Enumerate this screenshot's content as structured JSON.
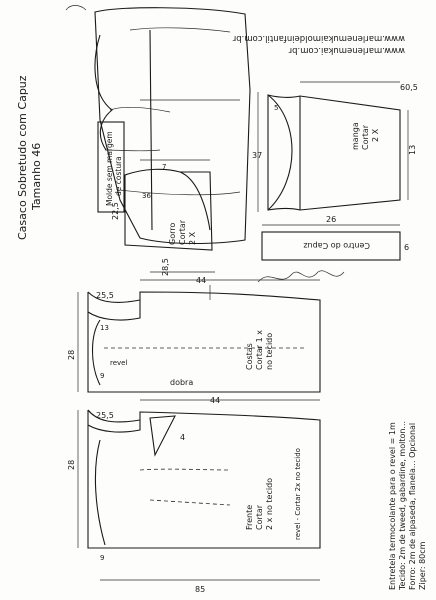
{
  "sheet": {
    "title": "Casaco Sobretudo com Capuz",
    "size": "Tamanho 46",
    "url_1": "www.marlenemukai.com.br",
    "url_2": "www.marlenemukaimoldeinfantil.com.br",
    "note_line_1": "Molde sem margem",
    "note_line_2": "de costura",
    "total_length": "85"
  },
  "hood": {
    "label": "Gorro",
    "cut": "Cortar",
    "qty": "2 X",
    "dim_top": "7",
    "dim_height": "22,5",
    "dim_width": "28,5",
    "dim_curve": "36"
  },
  "sleeve": {
    "label": "manga",
    "cut": "Cortar",
    "qty": "2 X",
    "dim_cuff": "13",
    "dim_width": "37",
    "dim_length": "60,5",
    "dim_cap": "5"
  },
  "strip": {
    "label": "Centro do Capuz",
    "dim_length": "26",
    "dim_width": "6"
  },
  "back": {
    "label": "Costas",
    "cut": "Cortar 1 x",
    "fabric": "no tecido",
    "fold": "dobra",
    "facing": "revel",
    "dim_top": "44",
    "dim_shoulder": "25,5",
    "dim_height": "28",
    "dim_armhole": "13",
    "dim_hem": "9"
  },
  "front": {
    "label": "Frente",
    "cut": "Cortar",
    "fabric": "2 x no tecido",
    "facing": "revel - Cortar 2x no tecido",
    "dim_top": "44",
    "dim_shoulder": "25,5",
    "dim_height": "28",
    "dim_dart": "4",
    "dim_hem": "9"
  },
  "materials": {
    "line_1": "Entretela termocolante para o revel = 1m",
    "line_2": "Tecido: 2m de tweed, gabardine, molton...",
    "line_3": "Forro: 2m de alpaseda, flanela... Opcional",
    "line_4": "Ziper: 80cm"
  }
}
